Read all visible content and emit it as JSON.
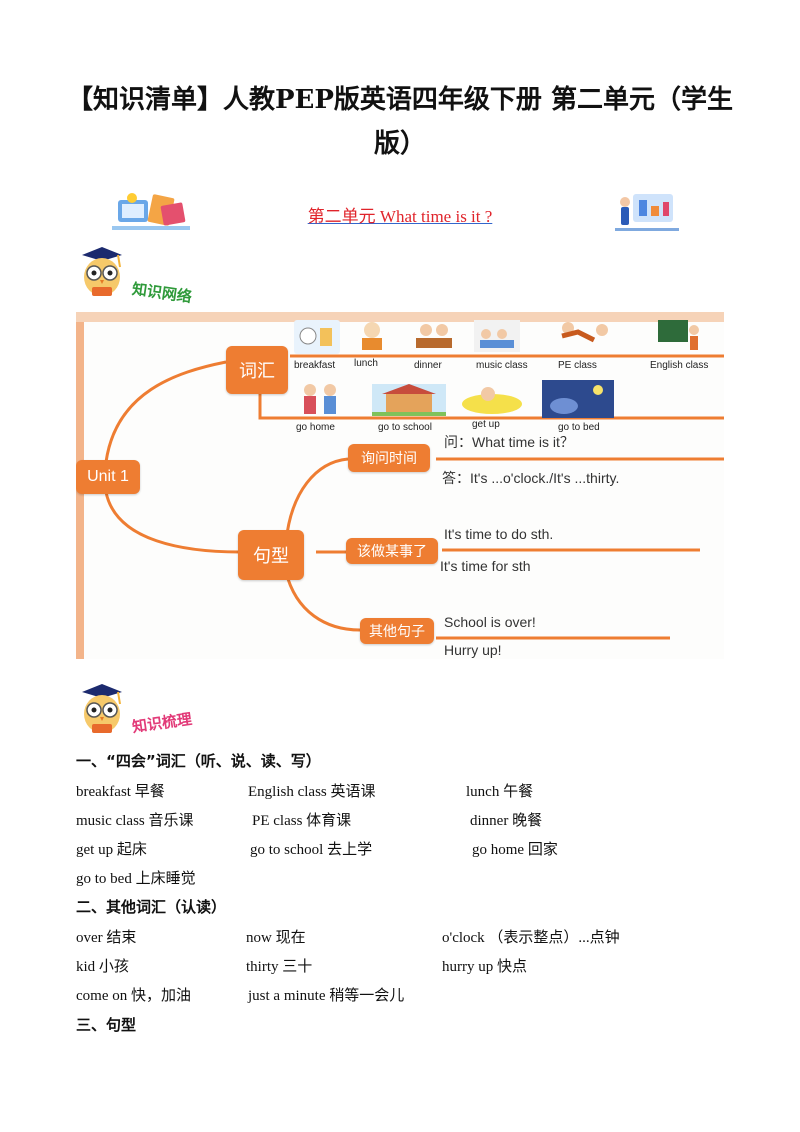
{
  "title": "【知识清单】人教PEP版英语四年级下册 第二单元（学生版）",
  "subtitle": "第二单元 What time is it ?",
  "badges": {
    "mind_map": "知识网络",
    "points": "知识梳理"
  },
  "mindmap": {
    "root": "Unit 1",
    "vocab_box": "词汇",
    "sentence_box": "句型",
    "pictures_row1": [
      "breakfast",
      "lunch",
      "dinner",
      "music class",
      "PE class",
      "English class"
    ],
    "pictures_row2": [
      "go home",
      "go to school",
      "get up",
      "go to bed"
    ],
    "ask_time": {
      "label": "询问时间",
      "question": "问：What time is it？",
      "answer": "答：It's ...o'clock./It's ...thirty."
    },
    "time_to": {
      "label": "该做某事了",
      "line1": "It's time to do sth.",
      "line2": "It's time for sth"
    },
    "other": {
      "label": "其他句子",
      "line1": "School is over!",
      "line2": "Hurry up!"
    }
  },
  "section1": {
    "heading": "一、“四会”词汇（听、说、读、写）",
    "rows": [
      [
        "breakfast 早餐",
        "English class 英语课",
        "lunch 午餐"
      ],
      [
        "music class 音乐课",
        "PE class 体育课",
        "dinner 晚餐"
      ],
      [
        "get up 起床",
        "go to school 去上学",
        "go home 回家"
      ],
      [
        "go to bed 上床睡觉"
      ]
    ]
  },
  "section2": {
    "heading": "二、其他词汇（认读）",
    "rows": [
      [
        "over 结束",
        "now 现在",
        "o'clock （表示整点）...点钟"
      ],
      [
        "kid 小孩",
        "thirty 三十",
        "hurry up 快点"
      ],
      [
        "come on 快，加油",
        "just a minute 稍等一会儿"
      ]
    ]
  },
  "section3": {
    "heading": "三、句型"
  },
  "colors": {
    "accent_orange": "#ee7d32",
    "subtitle_red": "#e0242b",
    "badge_green": "#2f9a3a",
    "badge_pink": "#e23a78"
  }
}
